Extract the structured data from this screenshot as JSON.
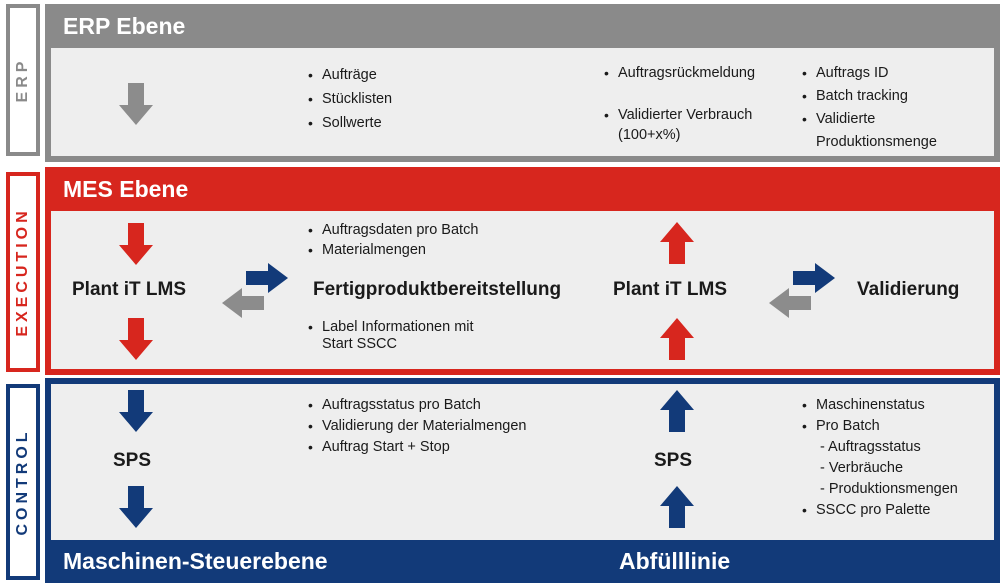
{
  "colors": {
    "erp": "#8a8a8a",
    "mes": "#d7261e",
    "control": "#123a79",
    "body": "#eeeeee",
    "grey_arrow": "#8c8c8c"
  },
  "side_labels": {
    "erp": "ERP",
    "execution": "EXECUTION",
    "control": "CONTROL"
  },
  "erp": {
    "title": "ERP Ebene",
    "col1": [
      "Aufträge",
      "Stücklisten",
      "Sollwerte"
    ],
    "col2": [
      "Auftragsrückmeldung",
      "Validierter Verbrauch"
    ],
    "col2_cont": "(100+x%)",
    "col3": [
      "Auftrags ID",
      "Batch tracking",
      "Validierte"
    ],
    "col3_cont": "Produktionsmenge"
  },
  "mes": {
    "title": "MES Ebene",
    "node1": "Plant iT LMS",
    "node2": "Fertigproduktbereitstellung",
    "node3": "Plant iT LMS",
    "node4": "Validierung",
    "bullets_top": [
      "Auftragsdaten pro Batch",
      "Materialmengen"
    ],
    "bullets_bottom": [
      "Label Informationen mit"
    ],
    "bullets_bottom_cont": "Start SSCC"
  },
  "control": {
    "node1": "SPS",
    "node2": "SPS",
    "bullets_left": [
      "Auftragsstatus pro Batch",
      "Validierung der Materialmengen",
      "Auftrag Start + Stop"
    ],
    "bullets_right_a": [
      "Maschinenstatus",
      "Pro Batch"
    ],
    "bullets_right_sub": [
      "- Auftragsstatus",
      "- Verbräuche",
      "- Produktionsmengen"
    ],
    "bullets_right_b": [
      "SSCC pro Palette"
    ]
  },
  "footer": {
    "left": "Maschinen-Steuerebene",
    "right": "Abfülllinie"
  }
}
